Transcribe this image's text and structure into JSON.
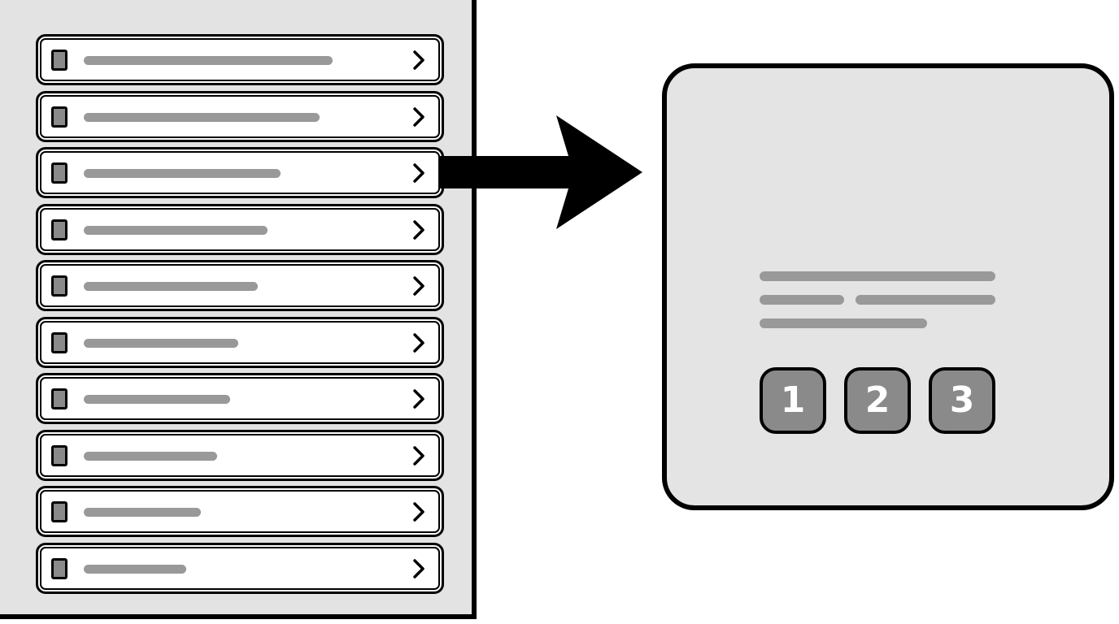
{
  "colors": {
    "panel_background": "#e3e3e3",
    "row_background": "#ffffff",
    "outline": "#000000",
    "placeholder_bar": "#999999",
    "icon_fill": "#8a8a8a",
    "card_background": "#e4e4e4",
    "button_fill": "#8a8a8a",
    "button_text": "#ffffff"
  },
  "list": {
    "items": [
      {
        "icon": "square-icon",
        "chevron": "chevron-right-icon"
      },
      {
        "icon": "square-icon",
        "chevron": "chevron-right-icon"
      },
      {
        "icon": "square-icon",
        "chevron": "chevron-right-icon"
      },
      {
        "icon": "square-icon",
        "chevron": "chevron-right-icon"
      },
      {
        "icon": "square-icon",
        "chevron": "chevron-right-icon"
      },
      {
        "icon": "square-icon",
        "chevron": "chevron-right-icon"
      },
      {
        "icon": "square-icon",
        "chevron": "chevron-right-icon"
      },
      {
        "icon": "square-icon",
        "chevron": "chevron-right-icon"
      },
      {
        "icon": "square-icon",
        "chevron": "chevron-right-icon"
      },
      {
        "icon": "square-icon",
        "chevron": "chevron-right-icon"
      }
    ]
  },
  "connector": {
    "icon": "arrow-right-icon"
  },
  "detail": {
    "buttons": [
      {
        "label": "1"
      },
      {
        "label": "2"
      },
      {
        "label": "3"
      }
    ]
  }
}
